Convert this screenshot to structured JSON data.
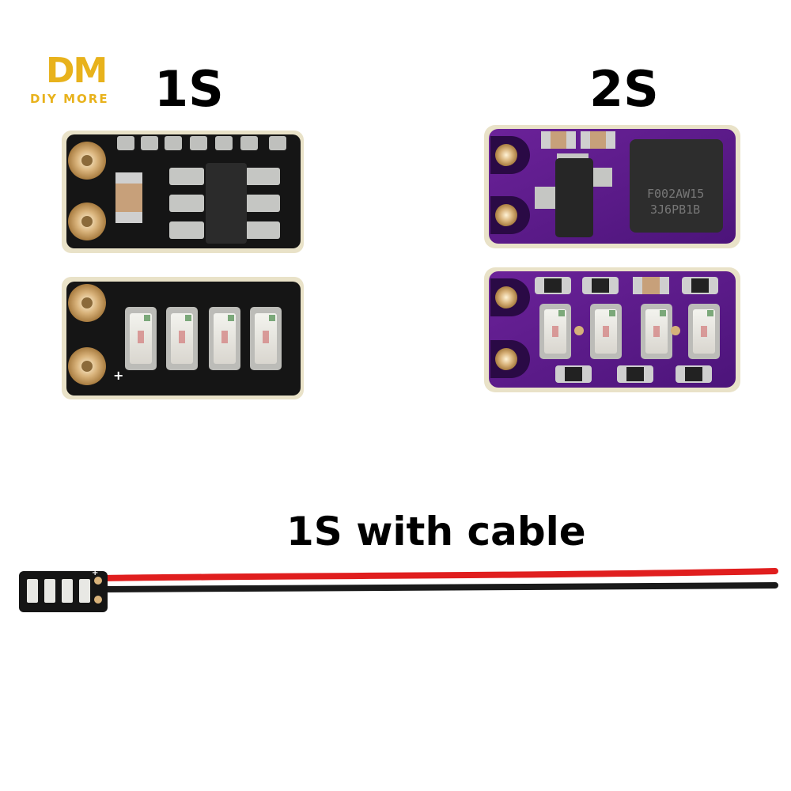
{
  "brand": {
    "logo_mark": "DM",
    "logo_text": "DIY MORE",
    "colors": {
      "gold": "#e8b21c",
      "gold_dark": "#b8860b"
    }
  },
  "labels": {
    "variant_1s": "1S",
    "variant_2s": "2S",
    "with_cable": "1S with cable"
  },
  "board_markings": {
    "chip_text_line1": "F002AW15",
    "chip_text_line2": "3J6PB1B",
    "pad_plus": "+",
    "pad_minus": "-"
  },
  "colors": {
    "pcb_black": "#151515",
    "pcb_purple": "#5a1a86",
    "pad_copper": "#d8b27a",
    "wire_red": "#e01e1e",
    "wire_black": "#1a1a1a"
  }
}
